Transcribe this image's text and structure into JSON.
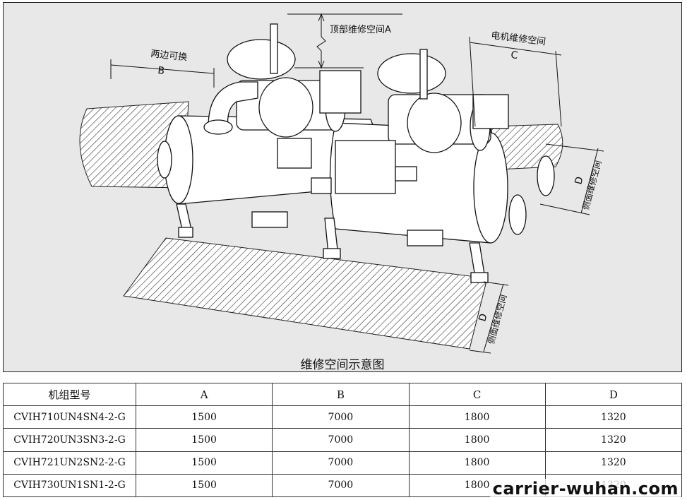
{
  "diagram": {
    "caption": "维修空间示意图",
    "labels": {
      "top_service": "顶部维修空间A",
      "both_sides": "两边可换",
      "motor_service": "电机维修空间",
      "side_service_right": "侧面维修空间",
      "side_service_front": "侧面维修空间",
      "dim_b": "B",
      "dim_c": "C",
      "dim_d_right": "D",
      "dim_d_front": "D"
    }
  },
  "table": {
    "headers": [
      "机组型号",
      "A",
      "B",
      "C",
      "D"
    ],
    "rows": [
      [
        "CVIH710UN4SN4-2-G",
        "1500",
        "7000",
        "1800",
        "1320"
      ],
      [
        "CVIH720UN3SN3-2-G",
        "1500",
        "7000",
        "1800",
        "1320"
      ],
      [
        "CVIH721UN2SN2-2-G",
        "1500",
        "7000",
        "1800",
        "1320"
      ],
      [
        "CVIH730UN1SN1-2-G",
        "1500",
        "7000",
        "1800",
        "1320"
      ]
    ]
  },
  "watermark": "carrier-wuhan.com",
  "colors": {
    "panel_bg": "#e8e8e8",
    "line": "#111111",
    "machine": "#ffffff"
  }
}
